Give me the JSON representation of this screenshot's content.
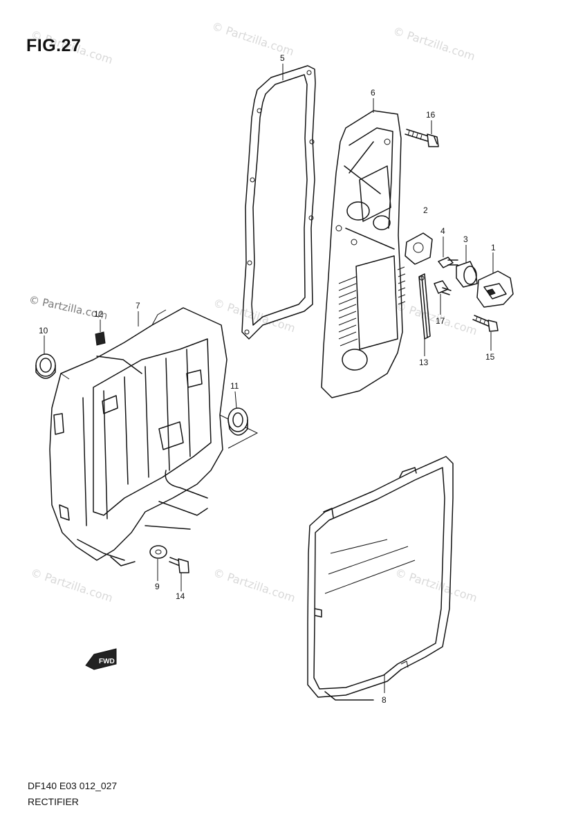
{
  "figure": {
    "title": "FIG.27",
    "code": "DF140 E03 012_027",
    "name": "RECTIFIER"
  },
  "watermark": {
    "text": "© Partzilla.com",
    "brand_text": "© Partzilla.com"
  },
  "direction_badge": "FWD",
  "callouts": [
    {
      "id": "c1",
      "label": "1"
    },
    {
      "id": "c2",
      "label": "2"
    },
    {
      "id": "c3",
      "label": "3"
    },
    {
      "id": "c4",
      "label": "4"
    },
    {
      "id": "c5",
      "label": "5"
    },
    {
      "id": "c6",
      "label": "6"
    },
    {
      "id": "c7",
      "label": "7"
    },
    {
      "id": "c8",
      "label": "8"
    },
    {
      "id": "c9",
      "label": "9"
    },
    {
      "id": "c10",
      "label": "10"
    },
    {
      "id": "c11",
      "label": "11"
    },
    {
      "id": "c12",
      "label": "12"
    },
    {
      "id": "c13",
      "label": "13"
    },
    {
      "id": "c14",
      "label": "14"
    },
    {
      "id": "c15",
      "label": "15"
    },
    {
      "id": "c16",
      "label": "16"
    },
    {
      "id": "c17",
      "label": "17"
    }
  ],
  "colors": {
    "line": "#111111",
    "watermark": "#d9d9d9"
  }
}
